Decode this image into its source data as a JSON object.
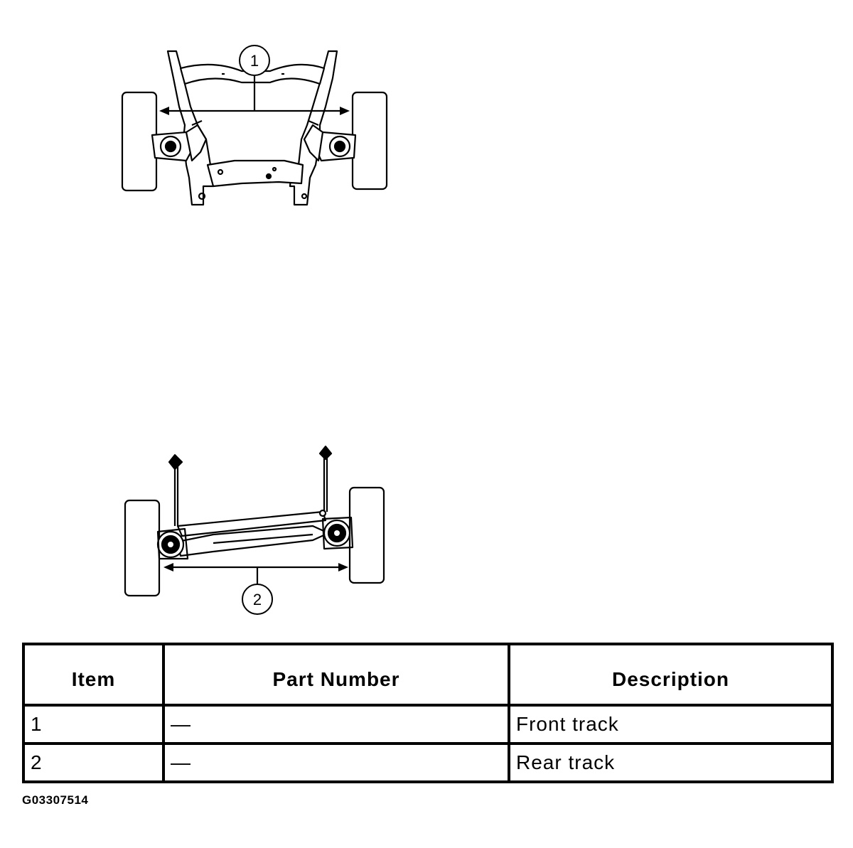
{
  "callouts": {
    "front": "1",
    "rear": "2"
  },
  "table": {
    "headers": [
      "Item",
      "Part Number",
      "Description"
    ],
    "rows": [
      [
        "1",
        "—",
        "Front track"
      ],
      [
        "2",
        "—",
        "Rear track"
      ]
    ]
  },
  "figure_id": "G03307514"
}
